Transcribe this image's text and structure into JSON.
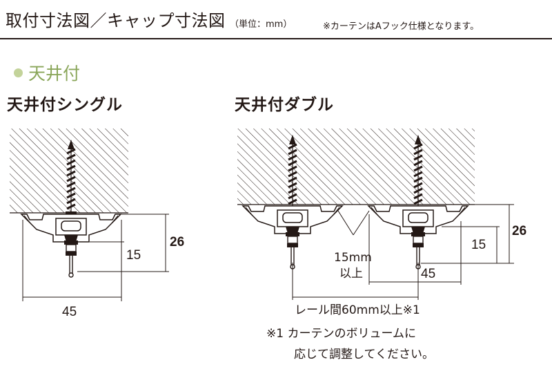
{
  "header": {
    "title": "取付寸法図／キャップ寸法図",
    "unit": "（単位：mm）",
    "note": "※カーテンはAフック仕様となります。"
  },
  "section": {
    "label": "天井付"
  },
  "single": {
    "title": "天井付シングル",
    "dim_height": "26",
    "dim_inner": "15",
    "dim_width": "45"
  },
  "double": {
    "title": "天井付ダブル",
    "dim_height": "26",
    "dim_inner": "15",
    "gap_value": "15mm",
    "gap_suffix": "以上",
    "dim_width": "45",
    "rail_spacing": "レール間60mm以上※1",
    "footnote_line1": "※1 カーテンのボリュームに",
    "footnote_line2": "応じて調整してください。"
  },
  "colors": {
    "accent": "#8aa65a",
    "dot": "#c3d39a",
    "ink": "#231815"
  }
}
